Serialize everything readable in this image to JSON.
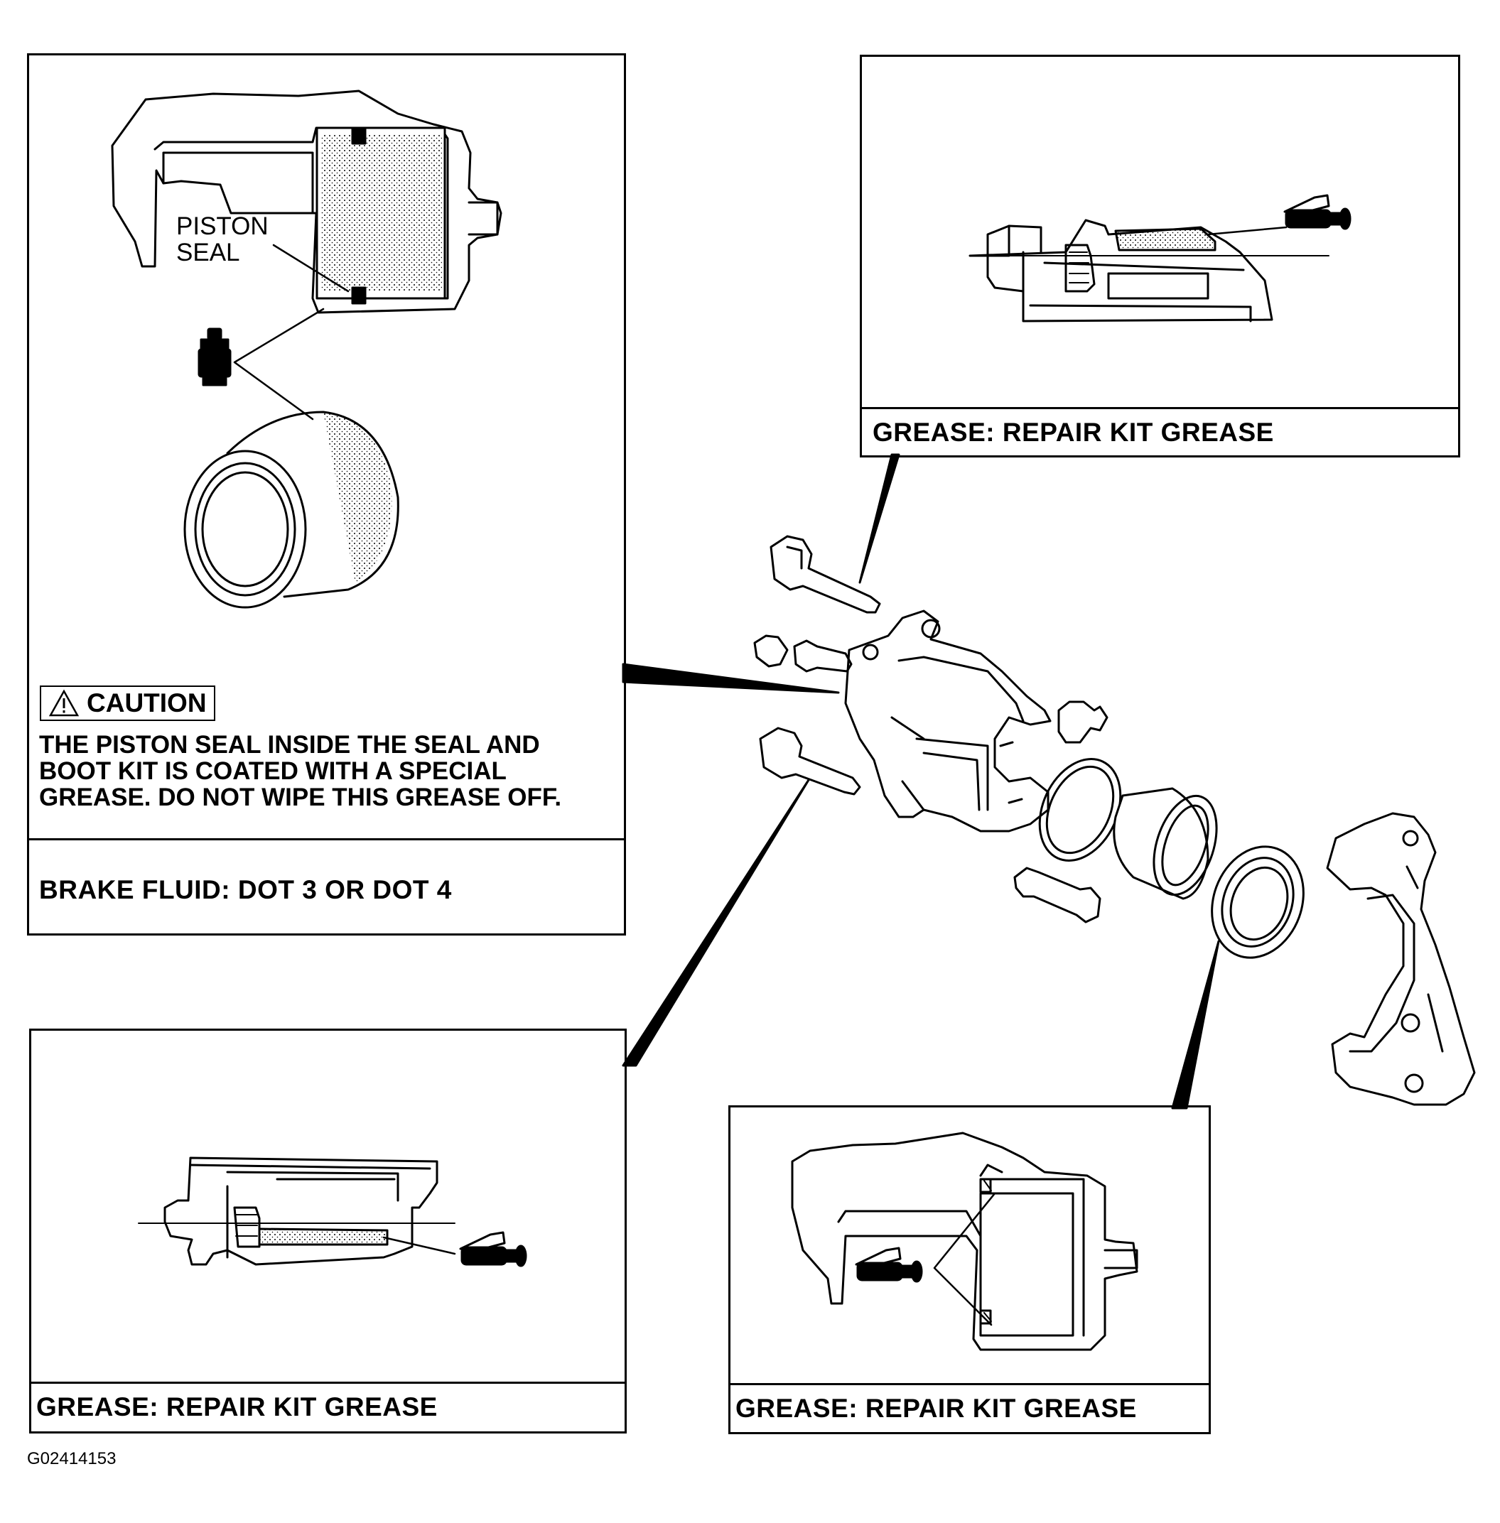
{
  "panels": {
    "top_left": {
      "callout": "PISTON\nSEAL",
      "caution_label": "CAUTION",
      "caution_text": "THE PISTON SEAL INSIDE THE SEAL AND\nBOOT KIT IS COATED WITH A SPECIAL\nGREASE. DO NOT WIPE THIS GREASE OFF.",
      "caption": "BRAKE FLUID: DOT 3 OR DOT 4"
    },
    "top_right": {
      "caption": "GREASE: REPAIR KIT GREASE"
    },
    "bottom_left": {
      "caption": "GREASE: REPAIR KIT GREASE"
    },
    "bottom_right": {
      "caption": "GREASE: REPAIR KIT GREASE"
    }
  },
  "figure_id": "G02414153",
  "icons": [
    "warning-triangle-icon",
    "brake-fluid-bottle-icon",
    "grease-tube-icon"
  ]
}
